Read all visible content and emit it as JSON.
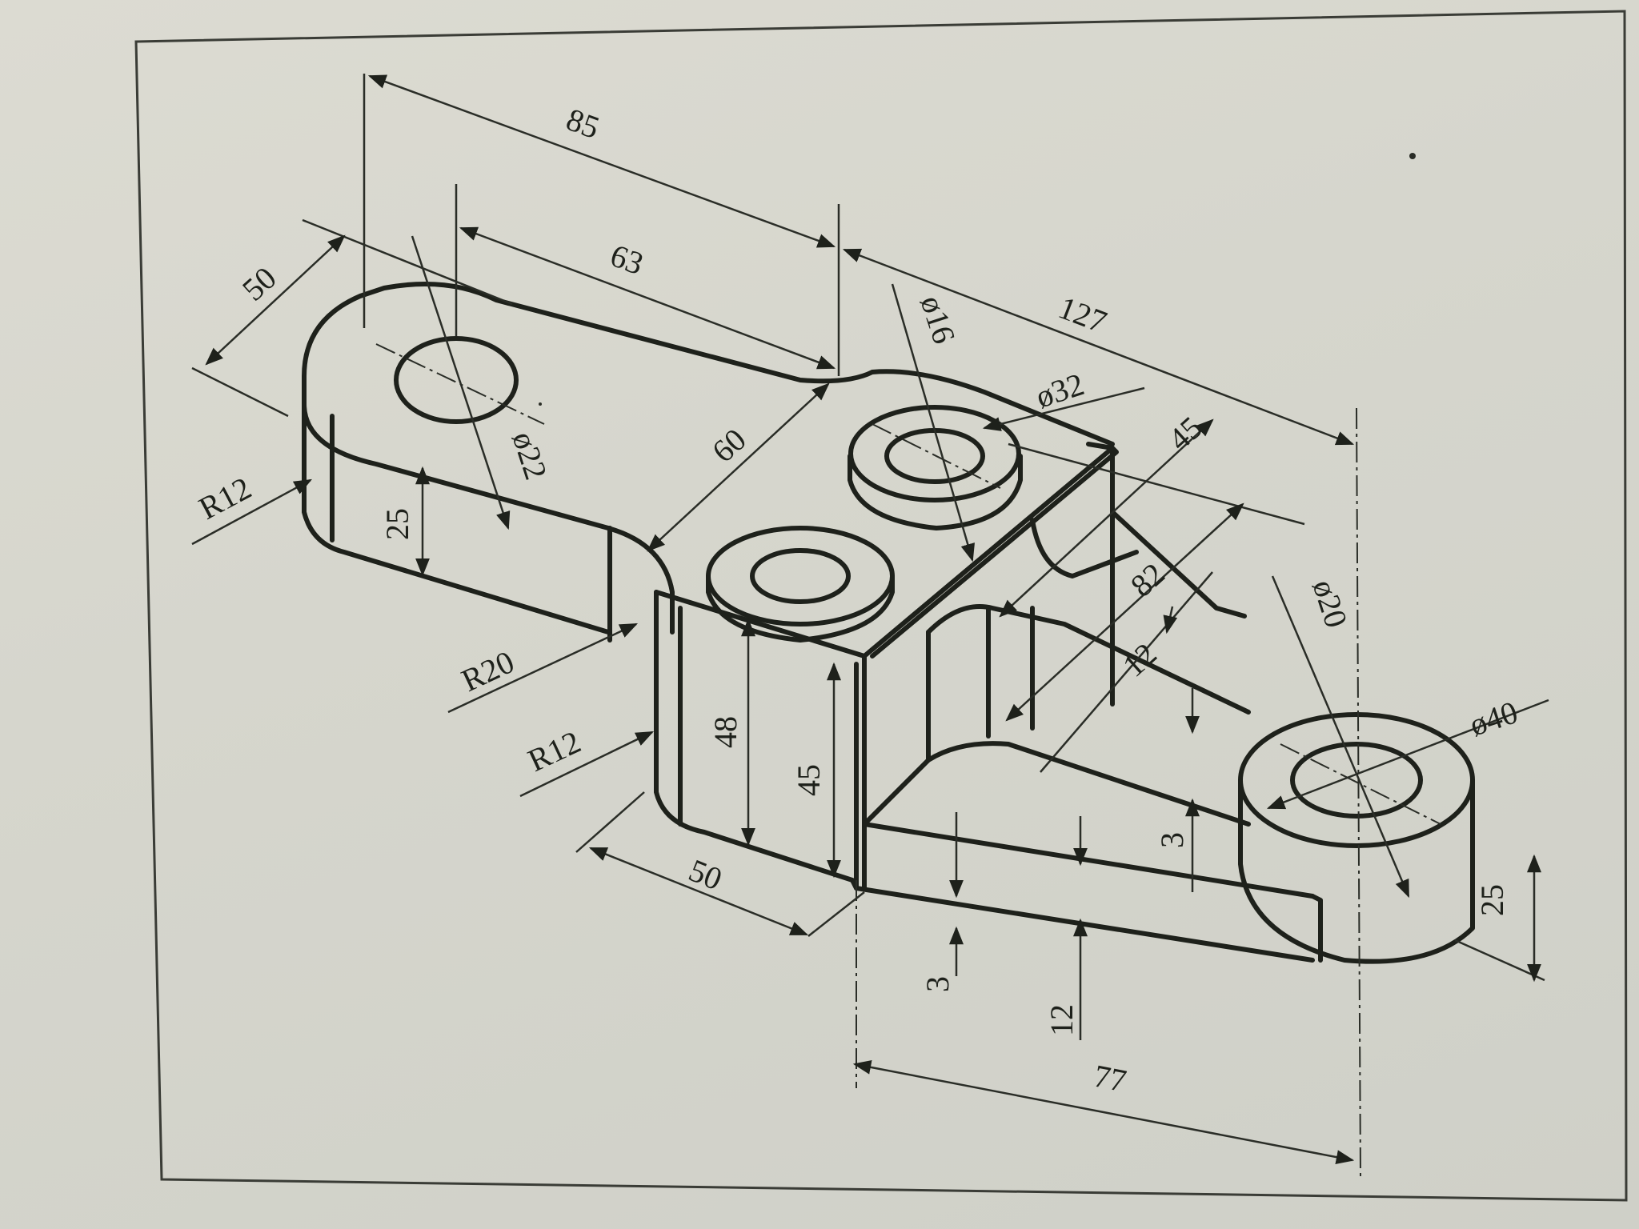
{
  "dimensions": {
    "d85": "85",
    "d63": "63",
    "d127": "127",
    "d50_top": "50",
    "d60": "60",
    "d45_top": "45",
    "d82": "82",
    "d12_slot": "12",
    "d25_left": "25",
    "d48": "48",
    "d45_front": "45",
    "d3_right": "3",
    "d50_bottom": "50",
    "d3_bottom": "3",
    "d12_bottom": "12",
    "d77": "77",
    "d25_right": "25",
    "r12_top": "R12",
    "r20": "R20",
    "r12_lower": "R12",
    "dia22": "ø22",
    "dia16": "ø16",
    "dia32": "ø32",
    "dia20": "ø20",
    "dia40": "ø40"
  }
}
